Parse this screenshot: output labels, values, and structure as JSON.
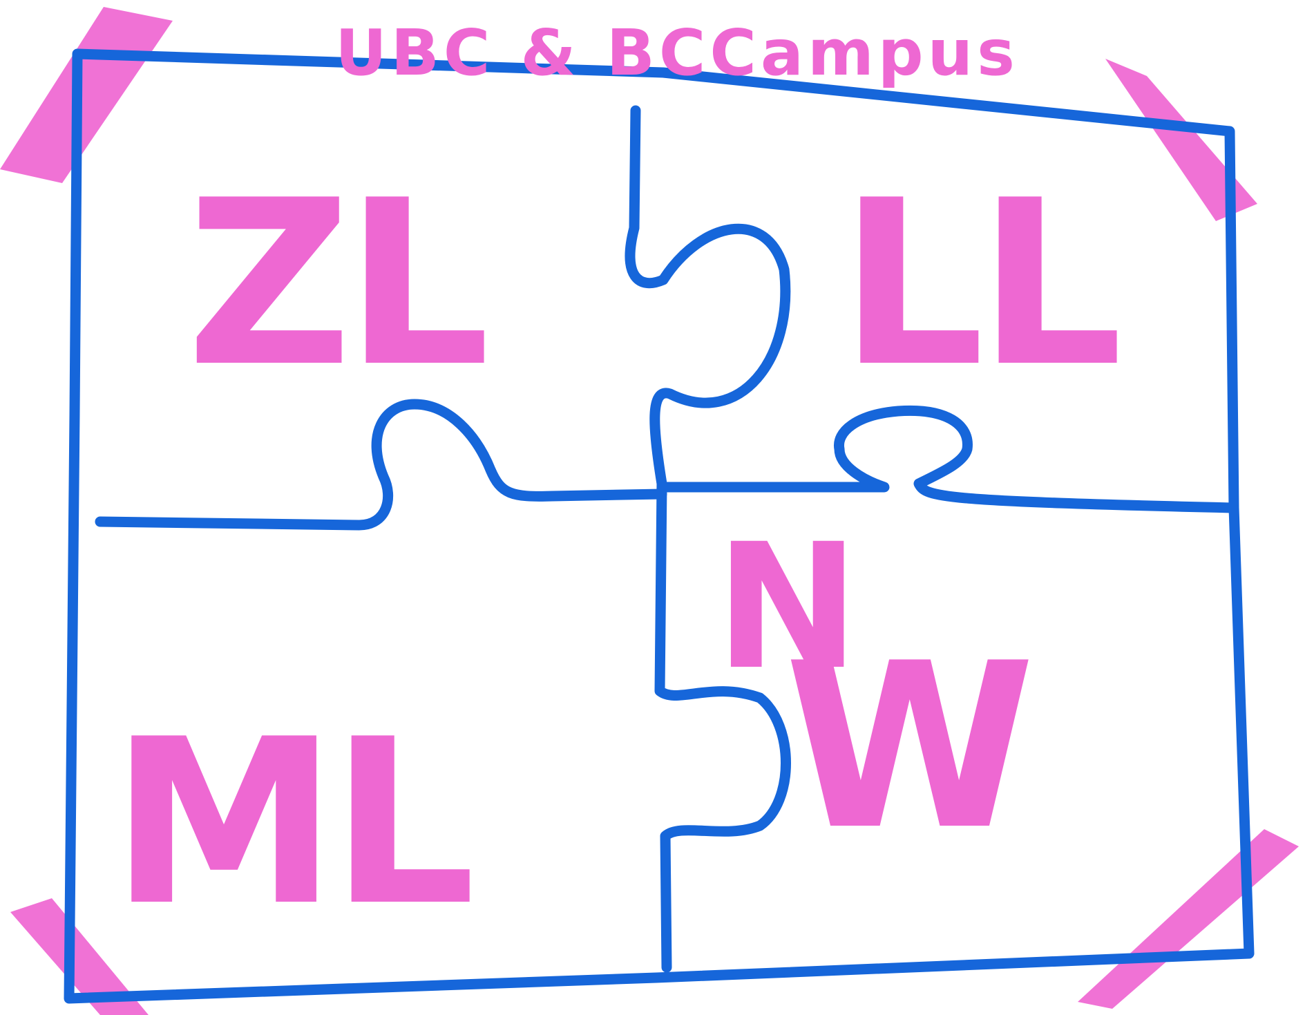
{
  "title": "UBC & BCCampus",
  "pieces": {
    "top_left": "ZL",
    "top_right": "LL",
    "bottom_left": "ML",
    "bottom_right_line1": "N",
    "bottom_right_line2": "W"
  },
  "colors": {
    "frame": "#1666da",
    "ink": "#ee68d2",
    "tape": "#ee5fcf",
    "paper": "#ffffff"
  }
}
